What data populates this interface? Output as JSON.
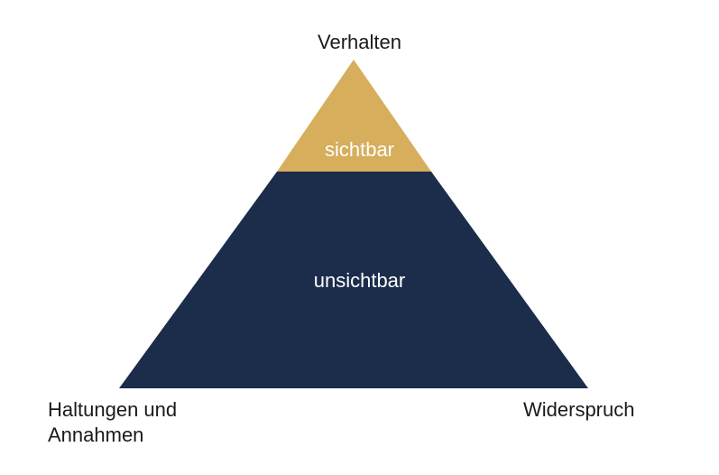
{
  "diagram": {
    "top_label": "Verhalten",
    "left_label": "Haltungen und Annahmen",
    "right_label": "Widerspruch",
    "top_band_label": "sichtbar",
    "bottom_band_label": "unsichtbar"
  },
  "colors": {
    "top_band": "#D6AE5C",
    "bottom_band": "#1B2D4B",
    "text_dark": "#1A1A1A",
    "text_light": "#FFFFFF"
  }
}
